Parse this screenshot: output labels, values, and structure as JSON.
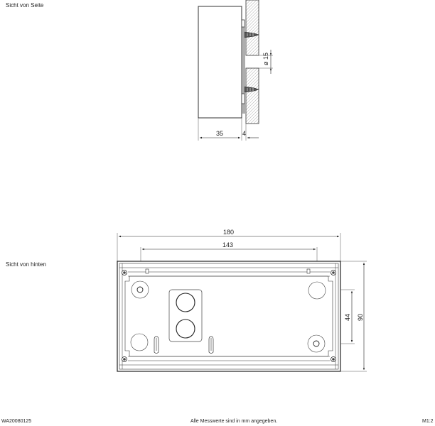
{
  "views": {
    "side": {
      "title": "Sicht von Seite",
      "dims": {
        "depth": "35",
        "gap": "4",
        "hole": "ø 15"
      }
    },
    "back": {
      "title": "Sicht von hinten",
      "dims": {
        "width": "180",
        "hole_spacing_h": "143",
        "hole_spacing_v": "44",
        "height": "90"
      }
    }
  },
  "footer": {
    "doc_id": "WA20080125",
    "note": "Alle Messwerte sind in mm angegeben.",
    "scale": "M1:2"
  },
  "colors": {
    "line": "#333333",
    "hatch": "#9a9a9a",
    "dim": "#444444"
  }
}
